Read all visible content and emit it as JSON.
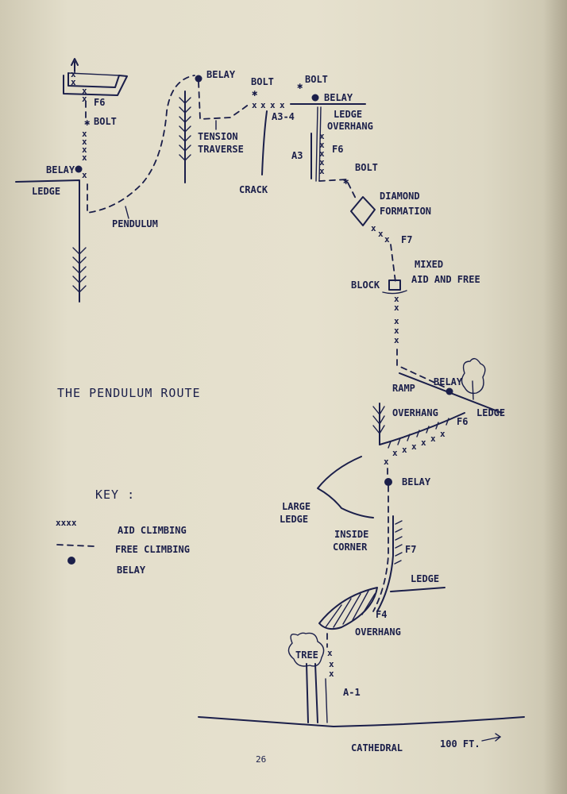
{
  "title": "THE PENDULUM ROUTE",
  "page_number": "26",
  "key": {
    "heading": "KEY :",
    "aid_symbol": "xxxx",
    "aid_label": "AID CLIMBING",
    "free_label": "FREE CLIMBING",
    "belay_label": "BELAY"
  },
  "labels": {
    "f6_top": "F6",
    "bolt_topleft": "BOLT",
    "belay_left": "BELAY",
    "ledge_left": "LEDGE",
    "pendulum": "PENDULUM",
    "belay_top": "BELAY",
    "tension": "TENSION",
    "traverse": "TRAVERSE",
    "bolt_mid1": "BOLT",
    "bolt_mid2": "BOLT",
    "a3_4": "A3-4",
    "crack": "CRACK",
    "belay_right_top": "BELAY",
    "ledge_right_top": "LEDGE",
    "overhang_top": "OVERHANG",
    "a3": "A3",
    "f6_mid": "F6",
    "bolt_right": "BOLT",
    "diamond": "DIAMOND",
    "formation": "FORMATION",
    "f7_top": "F7",
    "mixed": "MIXED",
    "aid_and_free": "AID AND FREE",
    "block": "BLOCK",
    "ramp": "RAMP",
    "belay_ramp": "BELAY",
    "ledge_ramp": "LEDGE",
    "overhang_mid": "OVERHANG",
    "f6_low": "F6",
    "belay_mid": "BELAY",
    "large": "LARGE",
    "ledge_large": "LEDGE",
    "inside": "INSIDE",
    "corner": "CORNER",
    "f7_low": "F7",
    "ledge_low": "LEDGE",
    "f4": "F4",
    "overhang_low": "OVERHANG",
    "tree": "TREE",
    "a1": "A-1",
    "cathedral": "CATHEDRAL",
    "distance": "100 FT."
  }
}
